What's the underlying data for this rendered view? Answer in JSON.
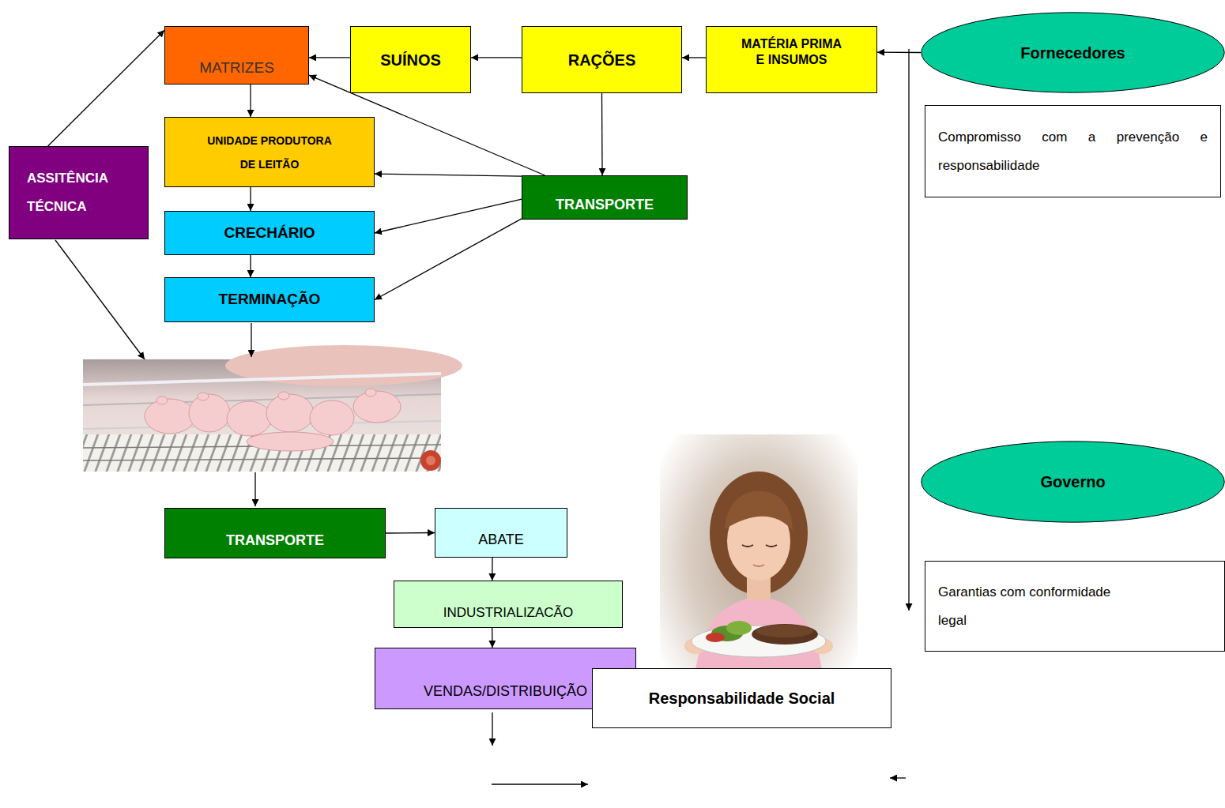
{
  "diagram": {
    "nodes": [
      {
        "text": [
          "MATRIZES"
        ]
      },
      {
        "text": [
          "SUÍNOS"
        ]
      },
      {
        "text": [
          "RAÇÕES"
        ]
      },
      {
        "text": [
          "MATÉRIA PRIMA E INSUMOS"
        ]
      },
      {
        "text": [
          "Fornecedores"
        ]
      },
      {
        "text": [
          "Compromisso com a prevenção e responsabilidade"
        ]
      },
      {
        "text": [
          "ASSITÊNCIA TÉCNICA"
        ]
      },
      {
        "text": [
          "UNIDADE PRODUTORA DE LEITÃO"
        ]
      },
      {
        "text": [
          "TRANSPORTE"
        ]
      },
      {
        "text": [
          "CRECHÁRIO"
        ]
      },
      {
        "text": [
          "TERMINAÇÃO"
        ]
      },
      {
        "text": [
          "Governo"
        ]
      },
      {
        "text": [
          "Garantias com conformidade legal"
        ]
      },
      {
        "text": [
          "TRANSPORTE"
        ]
      },
      {
        "text": [
          "ABATE"
        ]
      },
      {
        "text": [
          "INDUSTRIALIZACÃO"
        ]
      },
      {
        "text": [
          "VENDAS/DISTRIBUIÇÃO"
        ]
      },
      {
        "text": [
          "Responsabilidade Social"
        ]
      }
    ],
    "edges": [
      {
        "from": 1,
        "to": 0,
        "arrow": "to"
      },
      {
        "from": 2,
        "to": 1,
        "arrow": "to"
      },
      {
        "from": 3,
        "to": 2,
        "arrow": "to"
      },
      {
        "from": 4,
        "to": 3,
        "arrow": "to"
      },
      {
        "from": 0,
        "to": 7,
        "arrow": "to"
      },
      {
        "from": 2,
        "to": 8,
        "arrow": "to"
      },
      {
        "from": 8,
        "to": 0,
        "arrow": "to"
      },
      {
        "from": 8,
        "to": 7,
        "arrow": "to"
      },
      {
        "from": 8,
        "to": 9,
        "arrow": "to"
      },
      {
        "from": 8,
        "to": 10,
        "arrow": "to"
      },
      {
        "from": 7,
        "to": 9,
        "arrow": "to"
      },
      {
        "from": 9,
        "to": 10,
        "arrow": "to"
      },
      {
        "from": 6,
        "to": 0,
        "arrow": "to"
      },
      {
        "from": 13,
        "to": 14,
        "arrow": "to"
      },
      {
        "from": 14,
        "to": 15,
        "arrow": "to"
      },
      {
        "from": 15,
        "to": 16,
        "arrow": "to"
      }
    ]
  }
}
